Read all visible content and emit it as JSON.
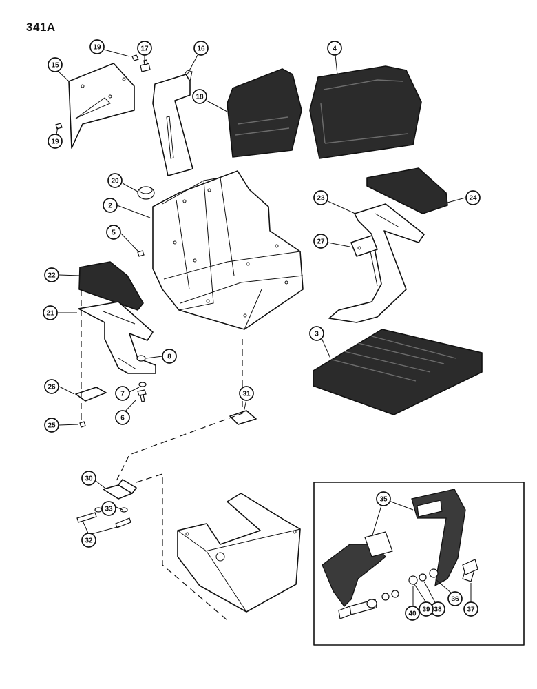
{
  "page": {
    "number": "341A"
  },
  "callouts": [
    {
      "id": "c19a",
      "label": "19"
    },
    {
      "id": "c17",
      "label": "17"
    },
    {
      "id": "c16",
      "label": "16"
    },
    {
      "id": "c15",
      "label": "15"
    },
    {
      "id": "c4",
      "label": "4"
    },
    {
      "id": "c18",
      "label": "18"
    },
    {
      "id": "c19b",
      "label": "19"
    },
    {
      "id": "c20",
      "label": "20"
    },
    {
      "id": "c2",
      "label": "2"
    },
    {
      "id": "c5",
      "label": "5"
    },
    {
      "id": "c23",
      "label": "23"
    },
    {
      "id": "c24",
      "label": "24"
    },
    {
      "id": "c27",
      "label": "27"
    },
    {
      "id": "c22",
      "label": "22"
    },
    {
      "id": "c21",
      "label": "21"
    },
    {
      "id": "c8",
      "label": "8"
    },
    {
      "id": "c3",
      "label": "3"
    },
    {
      "id": "c26",
      "label": "26"
    },
    {
      "id": "c7",
      "label": "7"
    },
    {
      "id": "c6",
      "label": "6"
    },
    {
      "id": "c31",
      "label": "31"
    },
    {
      "id": "c25",
      "label": "25"
    },
    {
      "id": "c30",
      "label": "30"
    },
    {
      "id": "c33",
      "label": "33"
    },
    {
      "id": "c32",
      "label": "32"
    },
    {
      "id": "c35",
      "label": "35"
    },
    {
      "id": "c37",
      "label": "37"
    },
    {
      "id": "c36",
      "label": "36"
    },
    {
      "id": "c38",
      "label": "38"
    },
    {
      "id": "c39",
      "label": "39"
    },
    {
      "id": "c40",
      "label": "40"
    }
  ],
  "colors": {
    "ink": "#111111",
    "pad": "#2b2b2b",
    "paper": "#ffffff"
  }
}
